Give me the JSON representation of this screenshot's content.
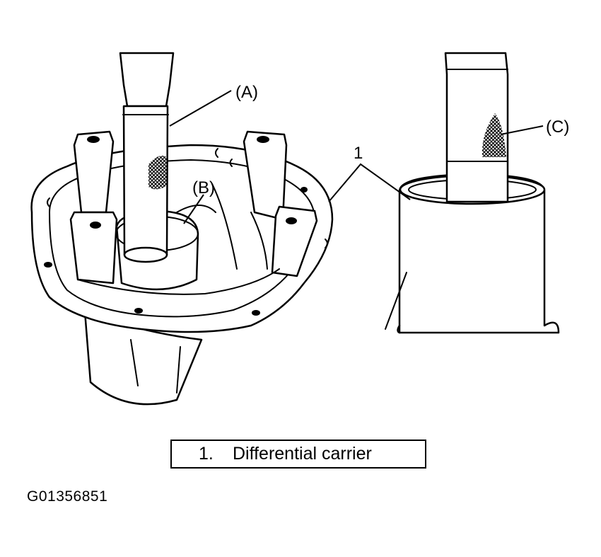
{
  "callouts": {
    "a": "(A)",
    "b": "(B)",
    "c": "(C)",
    "one": "1"
  },
  "legend": {
    "number": "1.",
    "text": "Differential carrier"
  },
  "figure_id": "G01356851",
  "colors": {
    "line": "#000000",
    "background": "#ffffff"
  }
}
